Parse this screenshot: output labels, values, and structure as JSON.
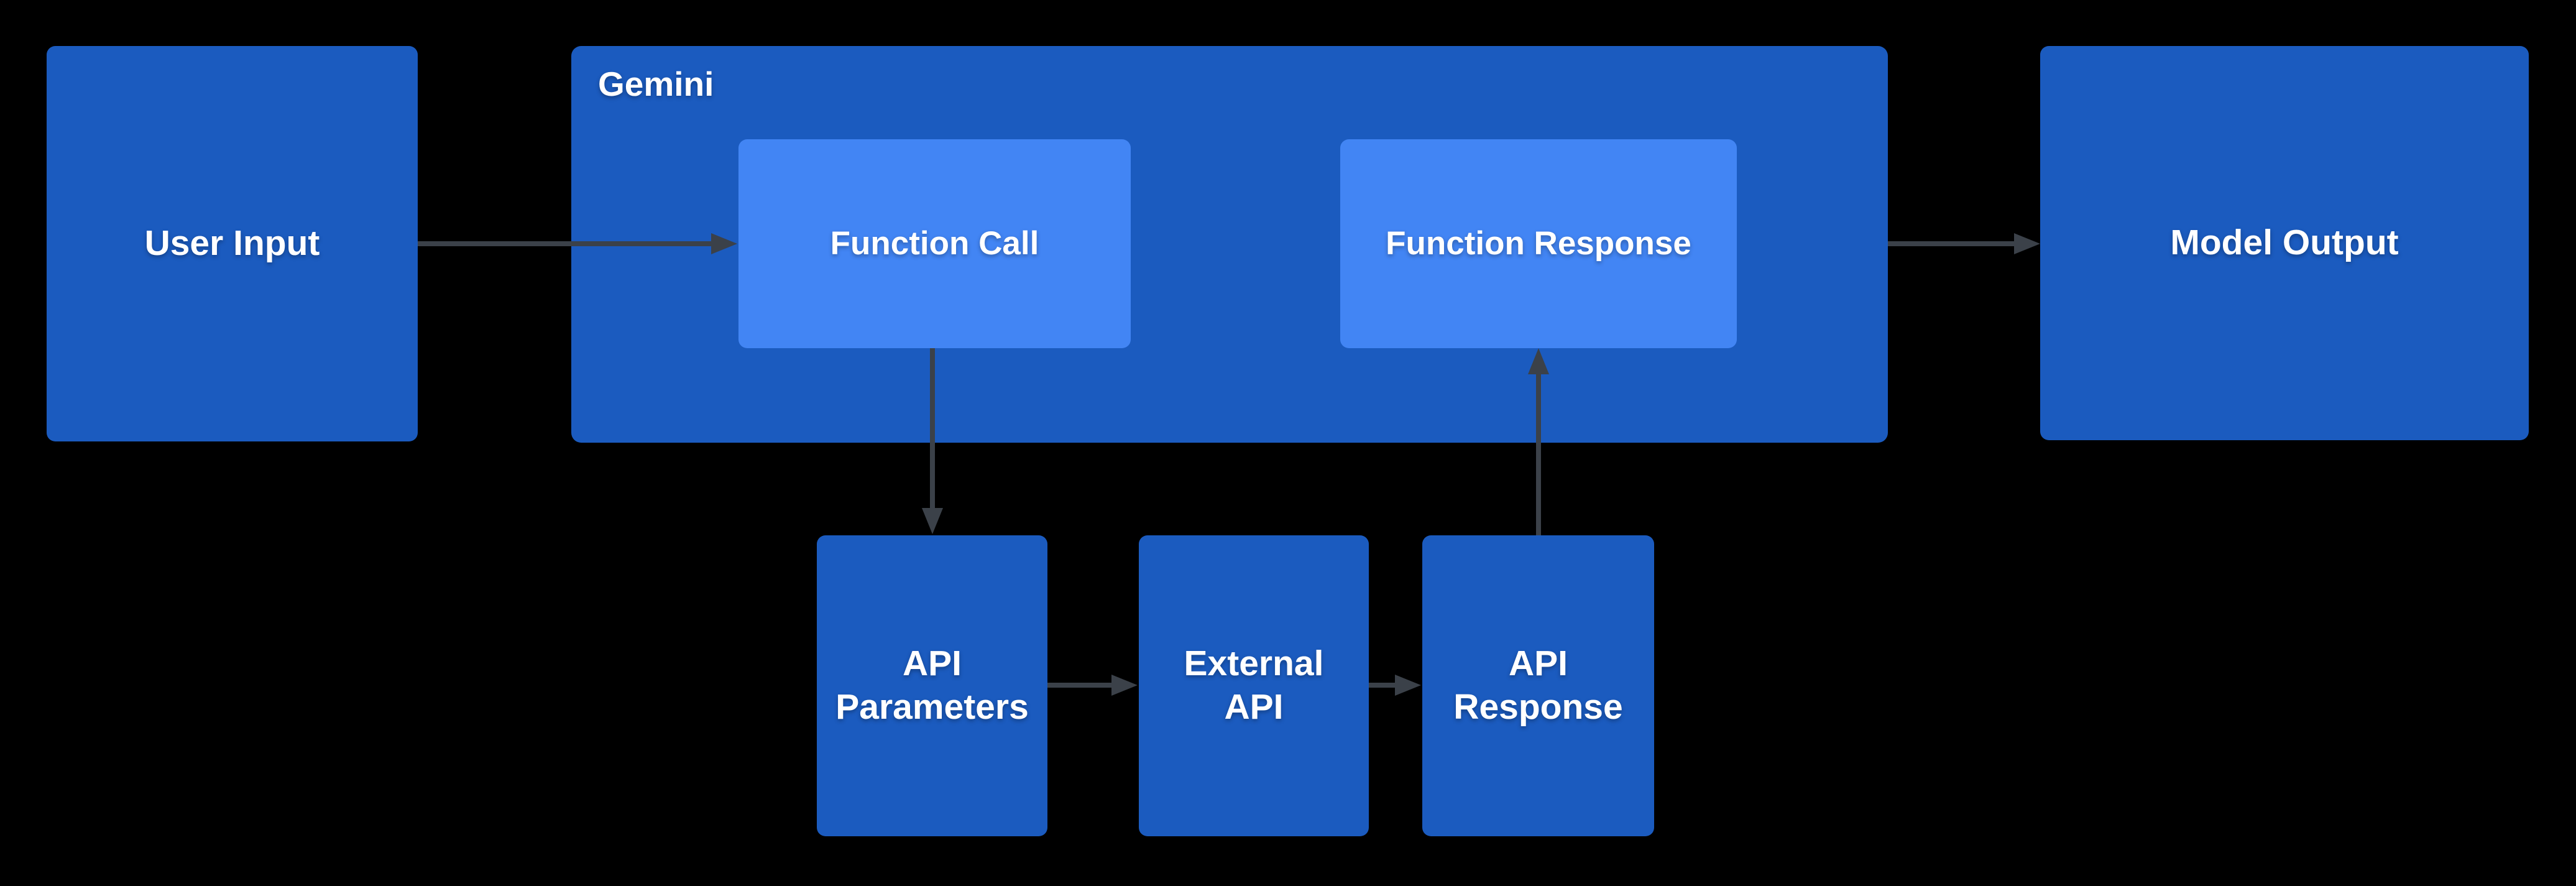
{
  "colors": {
    "background": "#000000",
    "node_fill": "#1b5bbf",
    "inner_node_fill": "#4285f4",
    "arrow": "#3b4149",
    "label": "#ffffff"
  },
  "container": {
    "gemini": {
      "label": "Gemini"
    }
  },
  "nodes": {
    "user_input": {
      "label": "User Input"
    },
    "function_call": {
      "label": "Function Call"
    },
    "function_response": {
      "label": "Function Response"
    },
    "model_output": {
      "label": "Model Output"
    },
    "api_parameters": {
      "label": "API\nParameters"
    },
    "external_api": {
      "label": "External\nAPI"
    },
    "api_response": {
      "label": "API\nResponse"
    }
  },
  "edges": [
    {
      "from": "user-input",
      "to": "function-call"
    },
    {
      "from": "function-call",
      "to": "api-parameters"
    },
    {
      "from": "api-parameters",
      "to": "external-api"
    },
    {
      "from": "external-api",
      "to": "api-response"
    },
    {
      "from": "api-response",
      "to": "function-response"
    },
    {
      "from": "gemini",
      "to": "model-output"
    }
  ]
}
